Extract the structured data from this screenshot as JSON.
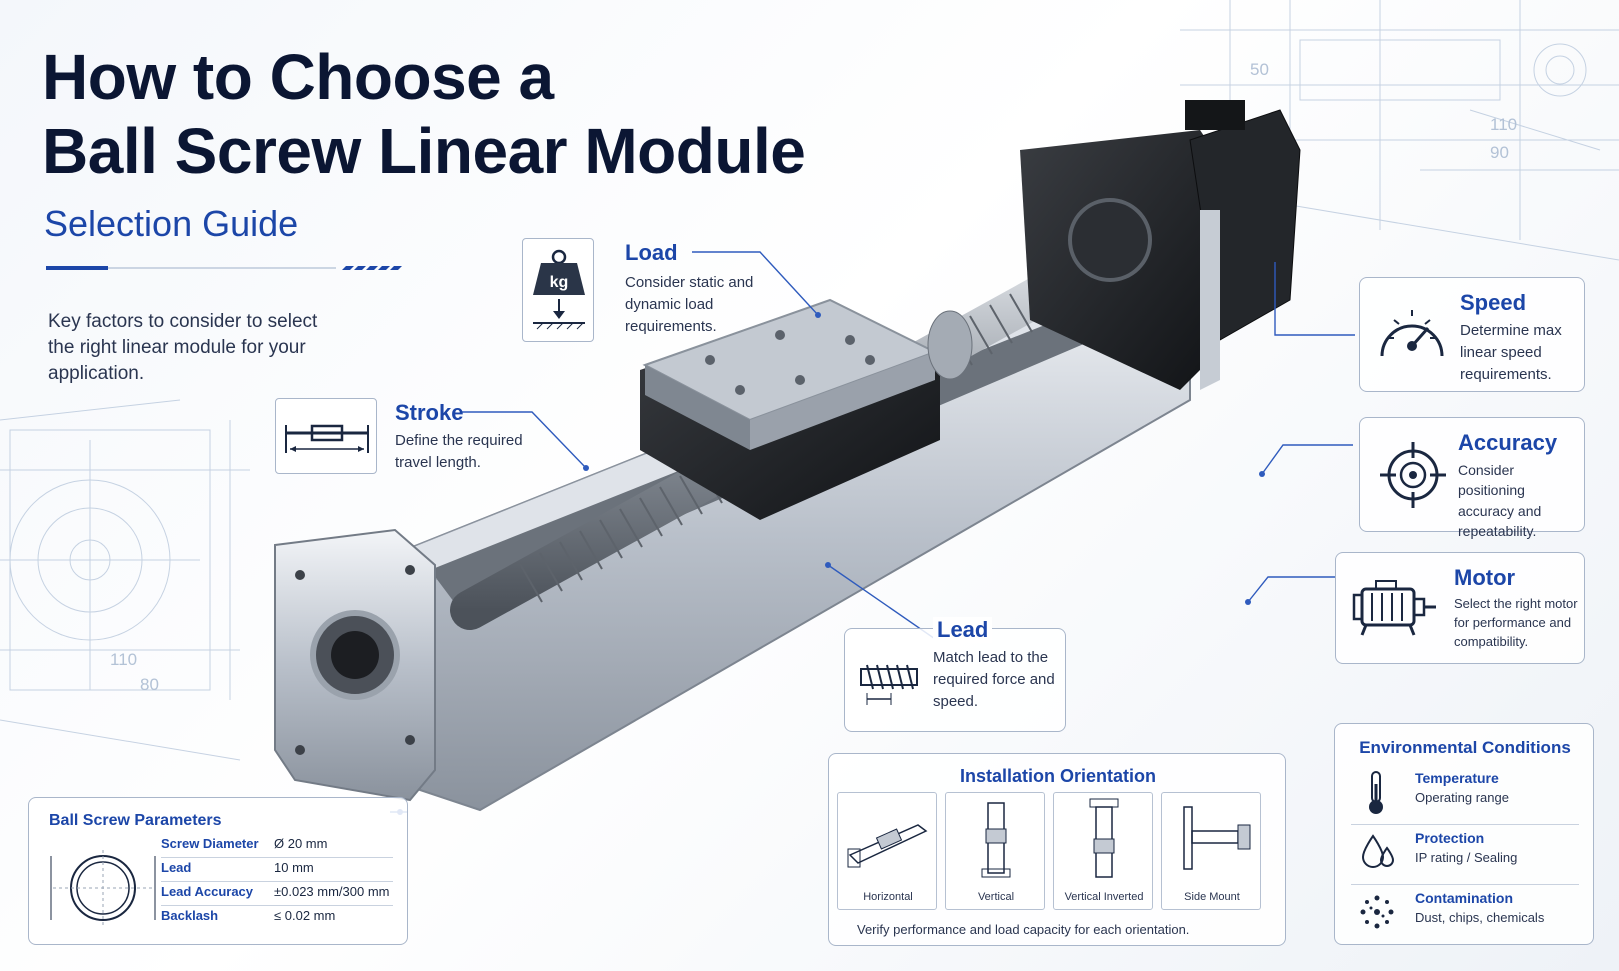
{
  "header": {
    "title_line1": "How to Choose a",
    "title_line2": "Ball Screw Linear Module",
    "subtitle": "Selection Guide",
    "intro": "Key factors to consider to select the right linear module for your application."
  },
  "factors": {
    "load": {
      "title": "Load",
      "desc": "Consider static and dynamic load requirements.",
      "icon": "kg-weight-icon",
      "icon_text": "kg"
    },
    "stroke": {
      "title": "Stroke",
      "desc": "Define the required travel length.",
      "icon": "stroke-length-icon"
    },
    "lead": {
      "title": "Lead",
      "desc": "Match lead to the required force and speed.",
      "icon": "screw-thread-icon"
    },
    "speed": {
      "title": "Speed",
      "desc": "Determine max linear speed requirements.",
      "icon": "speedometer-icon"
    },
    "accuracy": {
      "title": "Accuracy",
      "desc": "Consider positioning accuracy and repeatability.",
      "icon": "crosshair-target-icon"
    },
    "motor": {
      "title": "Motor",
      "desc": "Select the right motor for performance and compatibility.",
      "icon": "motor-icon"
    }
  },
  "params": {
    "title": "Ball Screw Parameters",
    "rows": [
      {
        "label": "Screw Diameter",
        "value": "Ø 20 mm"
      },
      {
        "label": "Lead",
        "value": "10 mm"
      },
      {
        "label": "Lead Accuracy",
        "value": "±0.023 mm/300 mm"
      },
      {
        "label": "Backlash",
        "value": "≤ 0.02 mm"
      }
    ]
  },
  "orientation": {
    "title": "Installation Orientation",
    "items": [
      "Horizontal",
      "Vertical",
      "Vertical Inverted",
      "Side Mount"
    ],
    "note": "Verify performance and load capacity for each orientation."
  },
  "environment": {
    "title": "Environmental Conditions",
    "items": [
      {
        "label": "Temperature",
        "desc": "Operating range",
        "icon": "thermometer-icon"
      },
      {
        "label": "Protection",
        "desc": "IP rating / Sealing",
        "icon": "water-drops-icon"
      },
      {
        "label": "Contamination",
        "desc": "Dust, chips, chemicals",
        "icon": "particles-icon"
      }
    ]
  },
  "blueprint_labels": [
    "50",
    "110",
    "90",
    "110",
    "80"
  ],
  "colors": {
    "accent": "#1c46a8",
    "title": "#0b1633",
    "border": "#a9b6ca"
  }
}
